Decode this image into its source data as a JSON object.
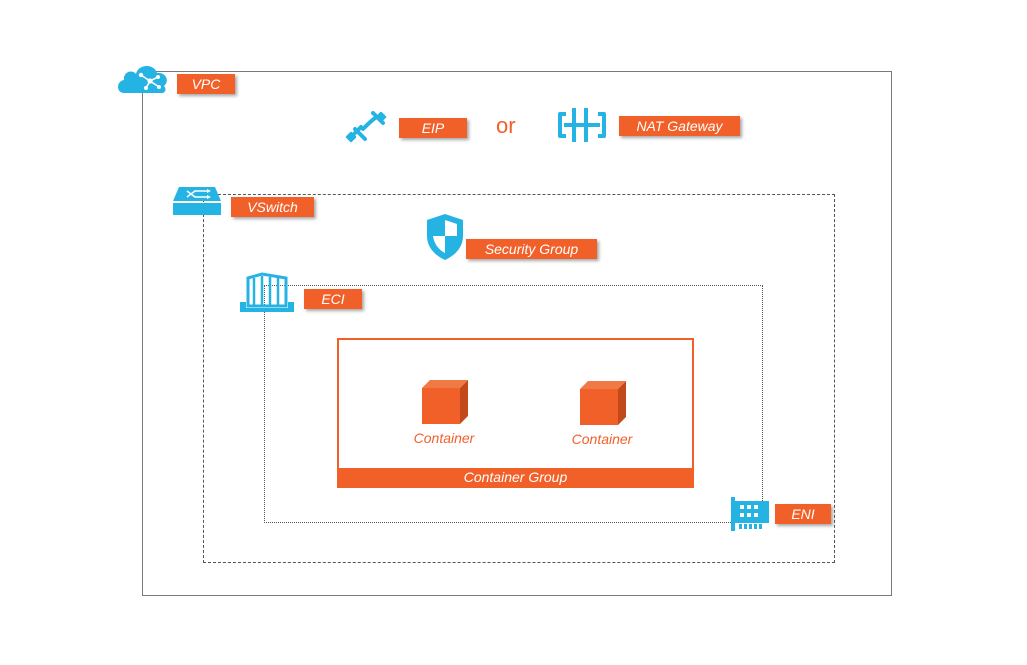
{
  "colors": {
    "accent": "#f2602a",
    "icon": "#25b3e3",
    "container_dark": "#c24a1a"
  },
  "vpc": {
    "label": "VPC",
    "icon": "vpc-cloud-icon"
  },
  "eip": {
    "label": "EIP",
    "icon": "eip-link-icon"
  },
  "connector": {
    "label": "or"
  },
  "nat": {
    "label": "NAT Gateway",
    "icon": "nat-gateway-icon"
  },
  "vswitch": {
    "label": "VSwitch",
    "icon": "vswitch-icon"
  },
  "security_group": {
    "label": "Security Group",
    "icon": "shield-icon"
  },
  "eci": {
    "label": "ECI",
    "icon": "eci-container-icon"
  },
  "container_group": {
    "label": "Container Group",
    "containers": [
      {
        "label": "Container",
        "icon": "cube-icon"
      },
      {
        "label": "Container",
        "icon": "cube-icon"
      }
    ]
  },
  "eni": {
    "label": "ENI",
    "icon": "network-card-icon"
  }
}
